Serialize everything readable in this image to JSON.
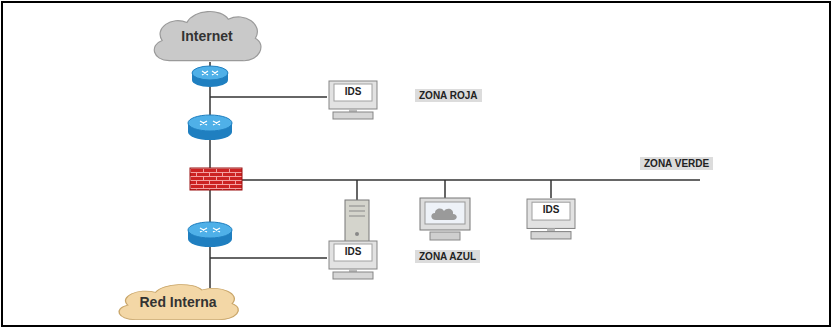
{
  "diagram": {
    "nodes": [
      {
        "text": [
          "Internet"
        ]
      },
      {
        "text": [
          "IDS"
        ]
      },
      {
        "text": [
          "IDS"
        ]
      },
      {
        "text": [
          "IDS"
        ]
      },
      {
        "text": [
          "Red Interna"
        ]
      }
    ],
    "labels": [
      "ZONA ROJA",
      "ZONA VERDE",
      "ZONA AZUL"
    ]
  }
}
